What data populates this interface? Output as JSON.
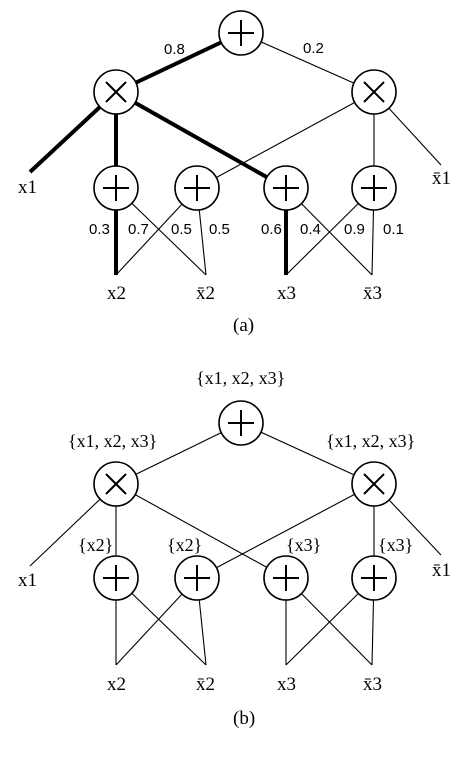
{
  "diagram_a": {
    "caption": "(a)",
    "weights": {
      "root_left": "0.8",
      "root_right": "0.2",
      "s1_left": "0.3",
      "s1_right": "0.7",
      "s2_left": "0.5",
      "s2_right": "0.5",
      "s3_left": "0.6",
      "s3_right": "0.4",
      "s4_left": "0.9",
      "s4_right": "0.1"
    }
  },
  "diagram_b": {
    "caption": "(b)",
    "scopes": {
      "root": "{x1, x2, x3}",
      "prod_left": "{x1, x2, x3}",
      "prod_right": "{x1, x2, x3}",
      "s1": "{x2}",
      "s2": "{x2}",
      "s3": "{x3}",
      "s4": "{x3}"
    }
  },
  "leaves": {
    "x1": "x1",
    "x1_neg": "x̄1",
    "x2": "x2",
    "x2_neg": "x̄2",
    "x3": "x3",
    "x3_neg": "x̄3"
  },
  "node_types": {
    "sum_icon": "plus-in-circle",
    "product_icon": "times-in-circle"
  }
}
